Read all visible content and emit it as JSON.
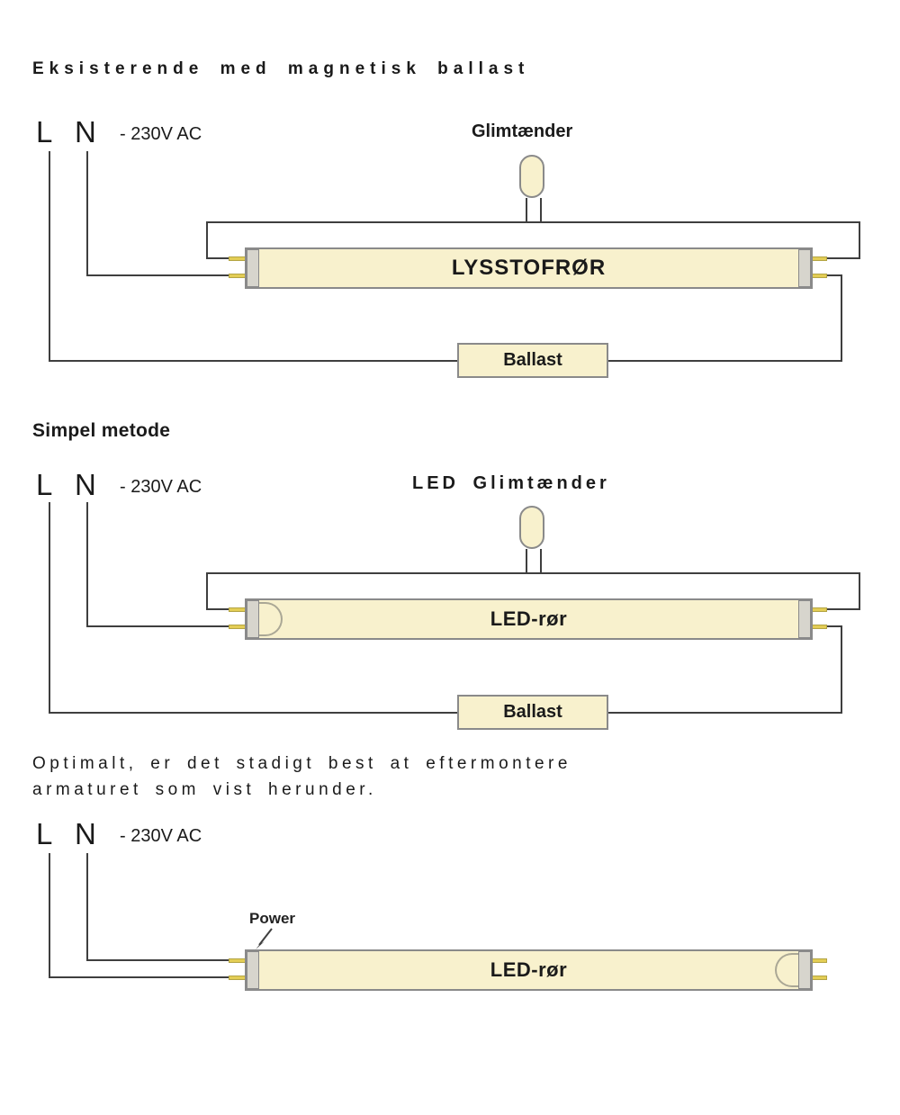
{
  "colors": {
    "tube_fill": "#f8f1cd",
    "tube_border": "#8a8a8a",
    "cap_fill": "#d7d5cd",
    "pin_fill": "#e3cd55",
    "wire": "#3f3f3f"
  },
  "s1": {
    "heading": "Eksisterende med magnetisk ballast",
    "line": "L",
    "neutral": "N",
    "voltage": "- 230V AC",
    "starter": "Glimtænder",
    "tube": "LYSSTOFRØR",
    "ballast": "Ballast"
  },
  "s2": {
    "heading": "Simpel metode",
    "line": "L",
    "neutral": "N",
    "voltage": "- 230V AC",
    "starter": "LED Glimtænder",
    "tube": "LED-rør",
    "ballast": "Ballast"
  },
  "s3": {
    "note1": "Optimalt, er det stadigt best at eftermontere",
    "note2": "armaturet som vist herunder.",
    "line": "L",
    "neutral": "N",
    "voltage": "- 230V AC",
    "power": "Power",
    "tube": "LED-rør"
  }
}
